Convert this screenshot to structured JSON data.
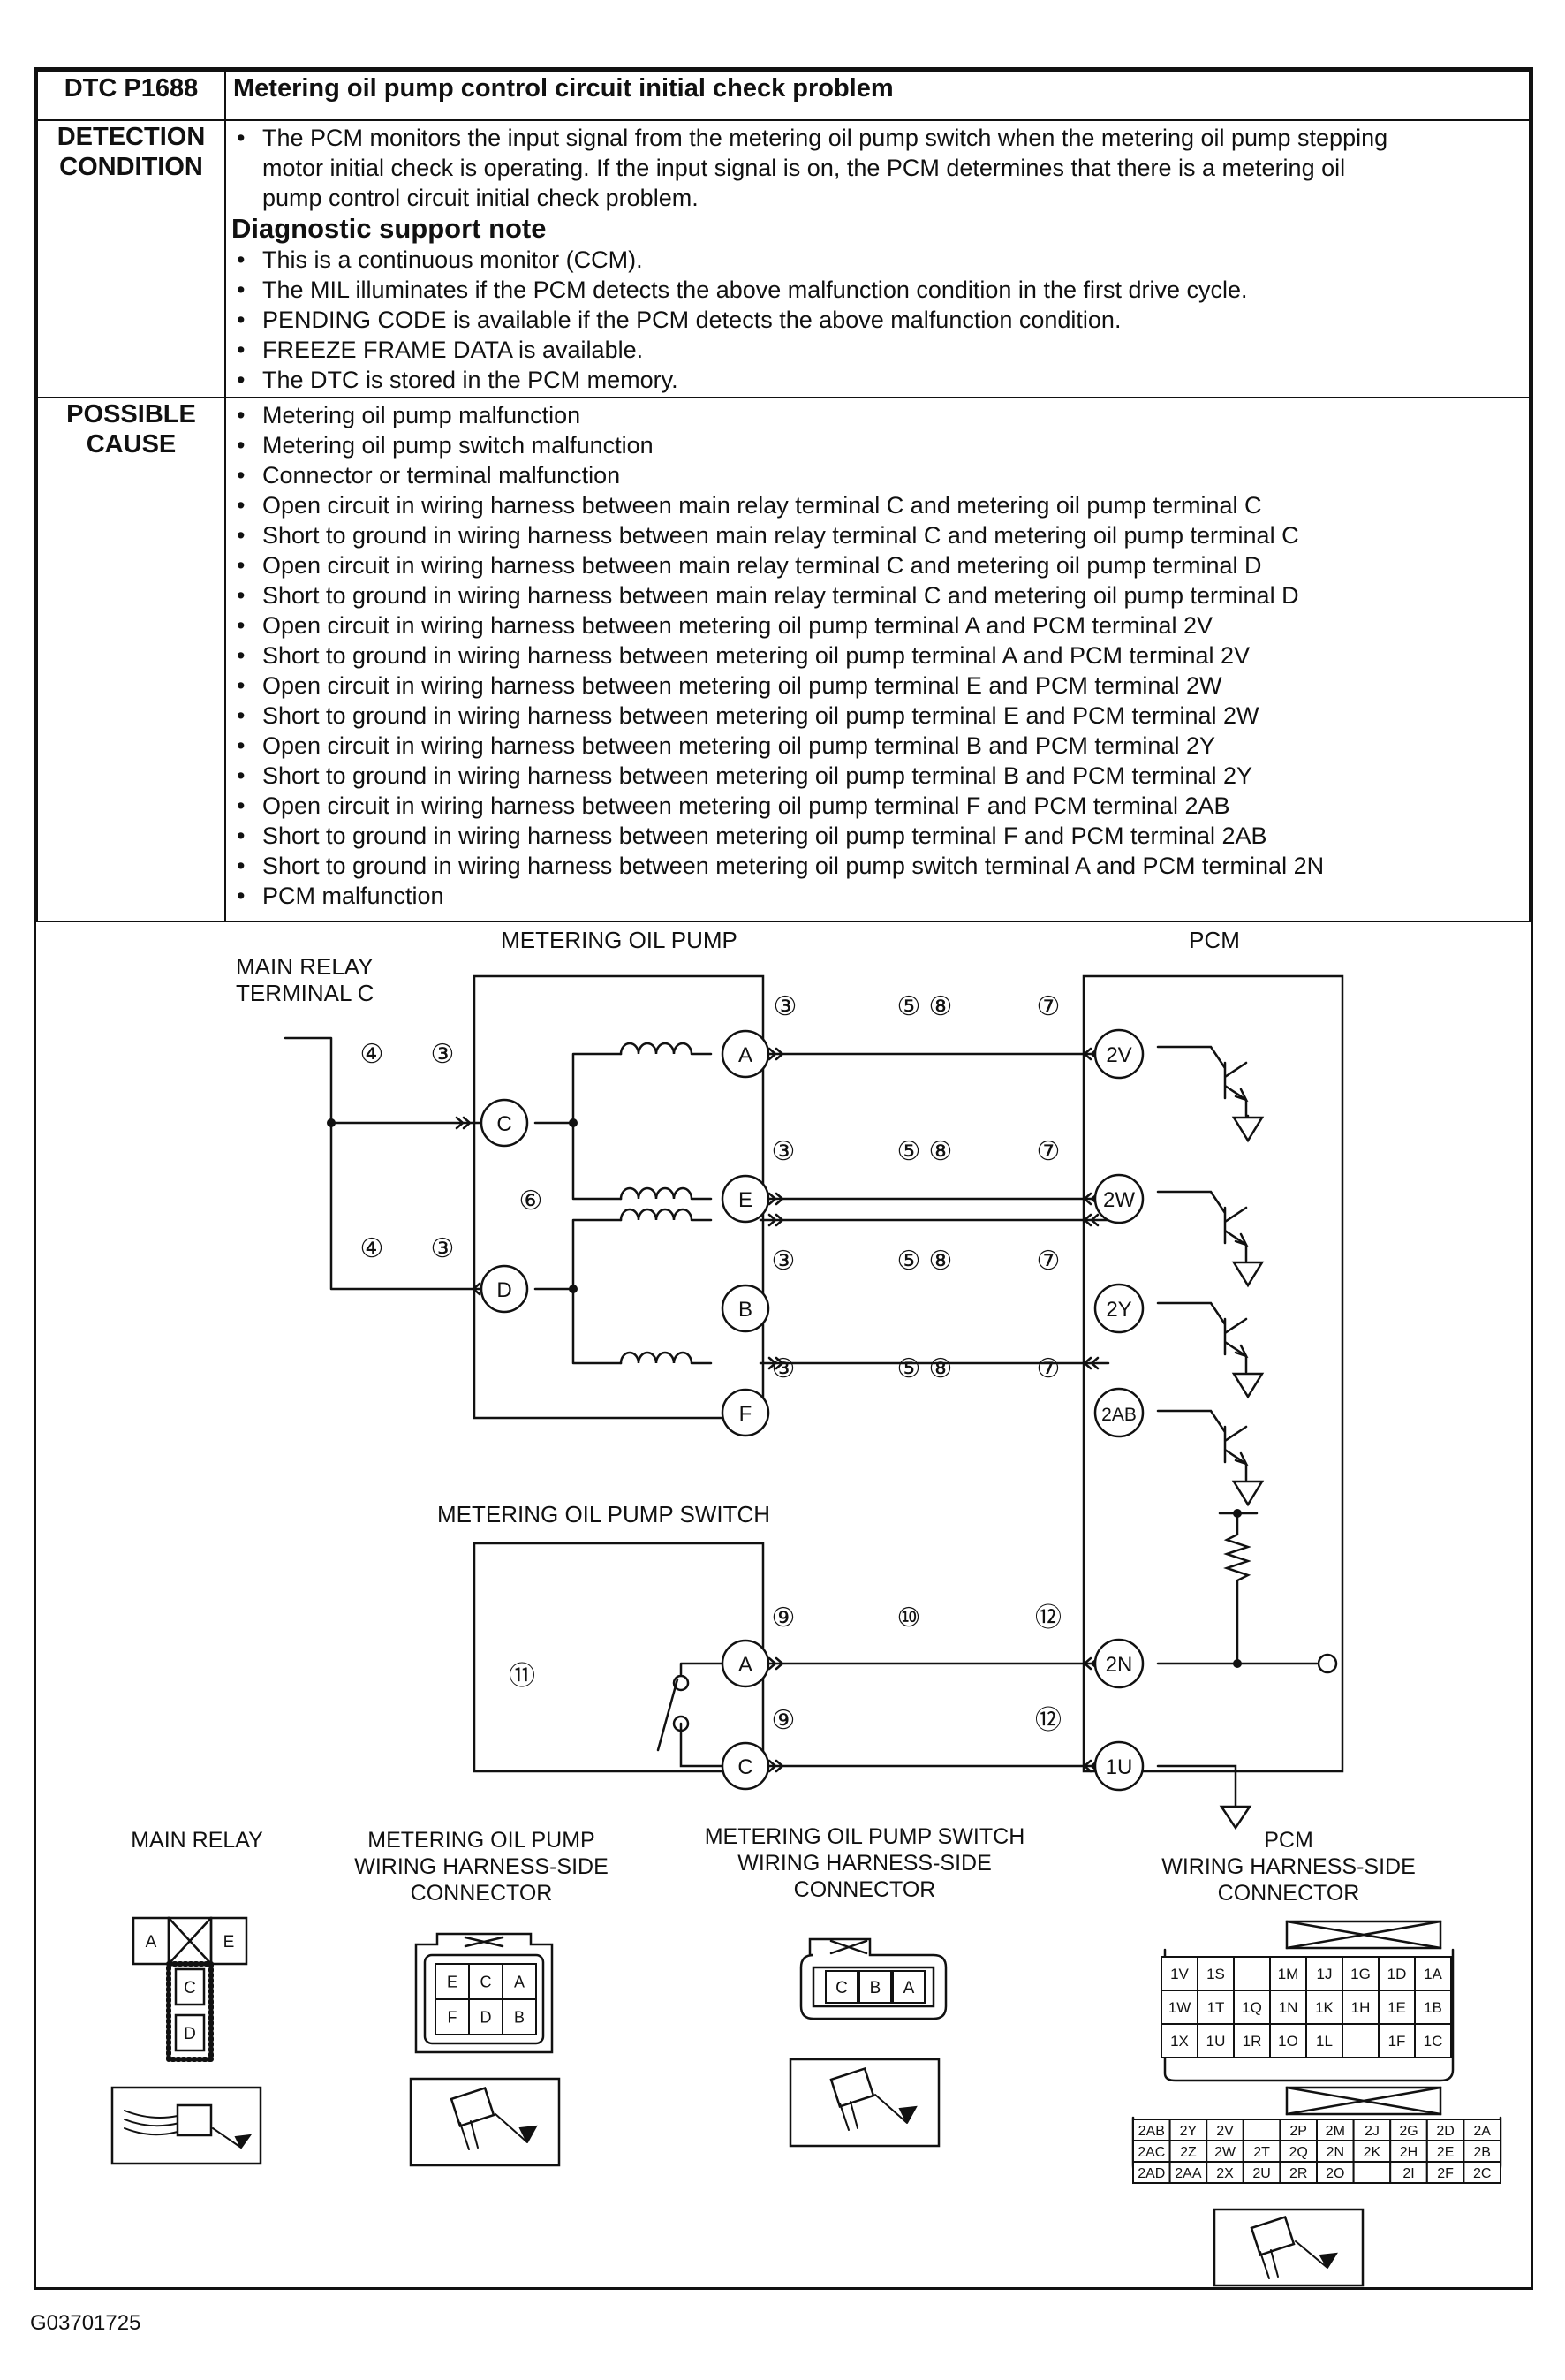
{
  "table": {
    "dtc_code": "DTC P1688",
    "dtc_title": "Metering oil pump control circuit initial check problem",
    "detection": {
      "label_line1": "DETECTION",
      "label_line2": "CONDITION",
      "monitor_lines": [
        "The PCM monitors the input signal from the metering oil pump switch when the metering oil pump stepping",
        "motor initial check is operating. If the input signal is on, the PCM determines that there is a metering oil",
        "pump control circuit initial check problem."
      ],
      "support_heading": "Diagnostic support note",
      "support_notes": [
        "This is a continuous monitor (CCM).",
        "The MIL illuminates if the PCM detects the above malfunction condition in the first drive cycle.",
        "PENDING CODE is available if the PCM detects the above malfunction condition.",
        "FREEZE FRAME DATA is available.",
        "The DTC is stored in the PCM memory."
      ]
    },
    "cause": {
      "label_line1": "POSSIBLE",
      "label_line2": "CAUSE",
      "items": [
        "Metering oil pump malfunction",
        "Metering oil pump switch malfunction",
        "Connector or terminal malfunction",
        "Open circuit in wiring harness between main relay terminal C and metering oil pump terminal C",
        "Short to ground in wiring harness between main relay terminal C and metering oil pump terminal C",
        "Open circuit in wiring harness between main relay terminal C and metering oil pump terminal D",
        "Short to ground in wiring harness between main relay terminal C and metering oil pump terminal D",
        "Open circuit in wiring harness between metering oil pump terminal A and PCM terminal 2V",
        "Short to ground in wiring harness between metering oil pump terminal A and PCM terminal 2V",
        "Open circuit in wiring harness between metering oil pump terminal E and PCM terminal 2W",
        "Short to ground in wiring harness between metering oil pump terminal E and PCM terminal 2W",
        "Open circuit in wiring harness between metering oil pump terminal B and PCM terminal 2Y",
        "Short to ground in wiring harness between metering oil pump terminal B and PCM terminal 2Y",
        "Open circuit in wiring harness between metering oil pump terminal F and PCM terminal 2AB",
        "Short to ground in wiring harness between metering oil pump terminal F and PCM terminal 2AB",
        "Short to ground in wiring harness between metering oil pump switch terminal A and PCM terminal 2N",
        "PCM malfunction"
      ]
    }
  },
  "diagram": {
    "label_pump": "METERING OIL PUMP",
    "label_pcm": "PCM",
    "label_relay_line1": "MAIN RELAY",
    "label_relay_line2": "TERMINAL C",
    "label_switch": "METERING OIL PUMP SWITCH",
    "pump_terminals": [
      "A",
      "E",
      "B",
      "F"
    ],
    "supply_terminals": [
      "C",
      "D"
    ],
    "pcm_terminals": [
      "2V",
      "2W",
      "2Y",
      "2AB"
    ],
    "switch_terminals": [
      "A",
      "C"
    ],
    "switch_pcm_terminals": [
      "2N",
      "1U"
    ],
    "step_refs": {
      "s3": "③",
      "s4": "④",
      "s5": "⑤",
      "s6": "⑥",
      "s7": "⑦",
      "s8": "⑧",
      "s9": "⑨",
      "s10": "⑩",
      "s11": "⑪",
      "s12": "⑫"
    }
  },
  "connectors": {
    "main_relay": {
      "title": "MAIN RELAY",
      "pins": [
        "A",
        "E",
        "C",
        "D"
      ]
    },
    "pump": {
      "title_lines": [
        "METERING OIL PUMP",
        "WIRING HARNESS-SIDE",
        "CONNECTOR"
      ],
      "rows": [
        [
          "E",
          "C",
          "A"
        ],
        [
          "F",
          "D",
          "B"
        ]
      ]
    },
    "switch": {
      "title_lines": [
        "METERING OIL PUMP SWITCH",
        "WIRING HARNESS-SIDE",
        "CONNECTOR"
      ],
      "pins": [
        "C",
        "B",
        "A"
      ]
    },
    "pcm": {
      "title_lines": [
        "PCM",
        "WIRING HARNESS-SIDE",
        "CONNECTOR"
      ],
      "grid1": [
        [
          "1V",
          "1S",
          "",
          "1M",
          "1J",
          "1G",
          "1D",
          "1A"
        ],
        [
          "1W",
          "1T",
          "1Q",
          "1N",
          "1K",
          "1H",
          "1E",
          "1B"
        ],
        [
          "1X",
          "1U",
          "1R",
          "1O",
          "1L",
          "",
          "1F",
          "1C"
        ]
      ],
      "grid2": [
        [
          "2AB",
          "2Y",
          "2V",
          "",
          "2P",
          "2M",
          "2J",
          "2G",
          "2D",
          "2A"
        ],
        [
          "2AC",
          "2Z",
          "2W",
          "2T",
          "2Q",
          "2N",
          "2K",
          "2H",
          "2E",
          "2B"
        ],
        [
          "2AD",
          "2AA",
          "2X",
          "2U",
          "2R",
          "2O",
          "",
          "2I",
          "2F",
          "2C"
        ]
      ]
    }
  },
  "figure_code": "G03701725"
}
